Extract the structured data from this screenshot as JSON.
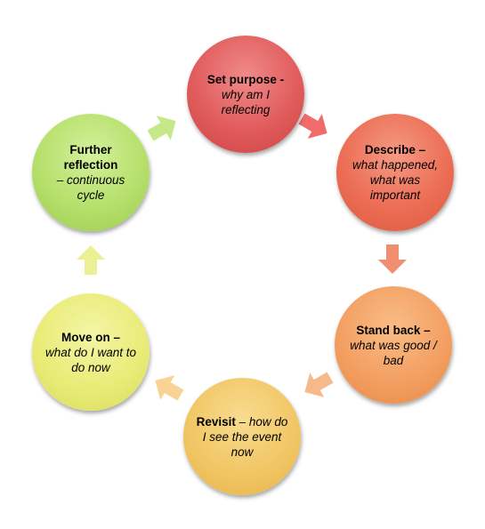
{
  "nodes": [
    {
      "id": "set-purpose",
      "title": "Set purpose -",
      "desc": "why am I reflecting",
      "color": "#e15c5c"
    },
    {
      "id": "describe",
      "title": "Describe –",
      "desc": "what happened, what was important",
      "color": "#ec6e55"
    },
    {
      "id": "stand-back",
      "title": "Stand back –",
      "desc": "what was good / bad",
      "color": "#f3a063"
    },
    {
      "id": "revisit",
      "title": "Revisit",
      "desc": "– how do I see the event now",
      "color": "#f1c766"
    },
    {
      "id": "move-on",
      "title": "Move on –",
      "desc": "what do I want to do now",
      "color": "#e9ec78"
    },
    {
      "id": "further",
      "title": "Further reflection",
      "desc": "– continuous cycle",
      "color": "#b6e06c"
    }
  ],
  "arrow_colors": [
    "#f06b6a",
    "#f08f6f",
    "#f7b88a",
    "#f8d394",
    "#ecef94",
    "#c5e989"
  ]
}
